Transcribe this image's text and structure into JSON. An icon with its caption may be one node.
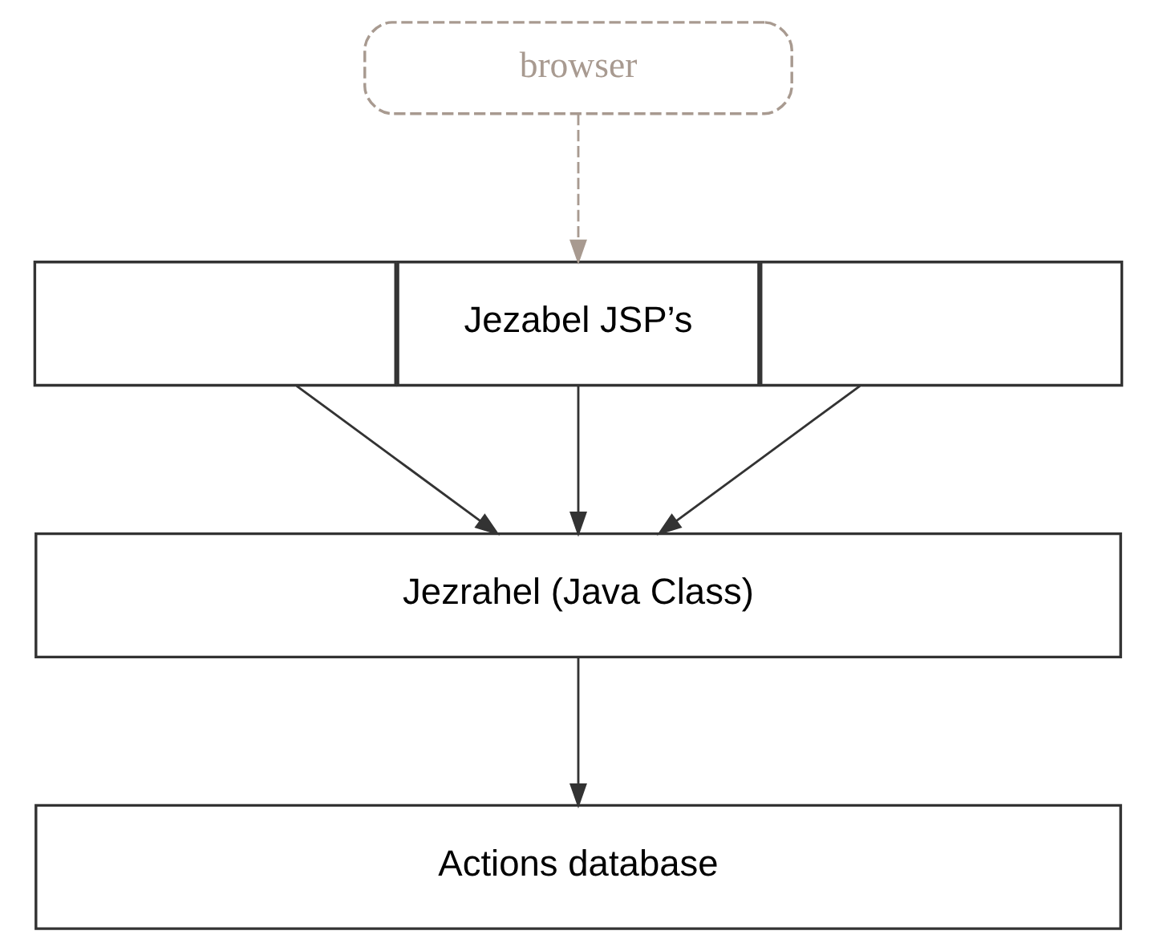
{
  "diagram": {
    "nodes": [
      {
        "text": [
          "browser"
        ]
      },
      {
        "text": [],
        "shape": "box"
      },
      {
        "text": [
          "Jezabel JSP’s"
        ]
      },
      {
        "text": [],
        "shape": "box"
      },
      {
        "text": [
          "Jezrahel (Java Class)"
        ]
      },
      {
        "text": [
          "Actions database"
        ]
      }
    ],
    "edges": [
      {
        "from": 0,
        "to": 2,
        "arrow": "to",
        "style": "dashed",
        "color": "#a89a90"
      },
      {
        "from": 1,
        "to": 4,
        "arrow": "to"
      },
      {
        "from": 2,
        "to": 4,
        "arrow": "to"
      },
      {
        "from": 3,
        "to": 4,
        "arrow": "to"
      },
      {
        "from": 4,
        "to": 5,
        "arrow": "to"
      }
    ]
  }
}
